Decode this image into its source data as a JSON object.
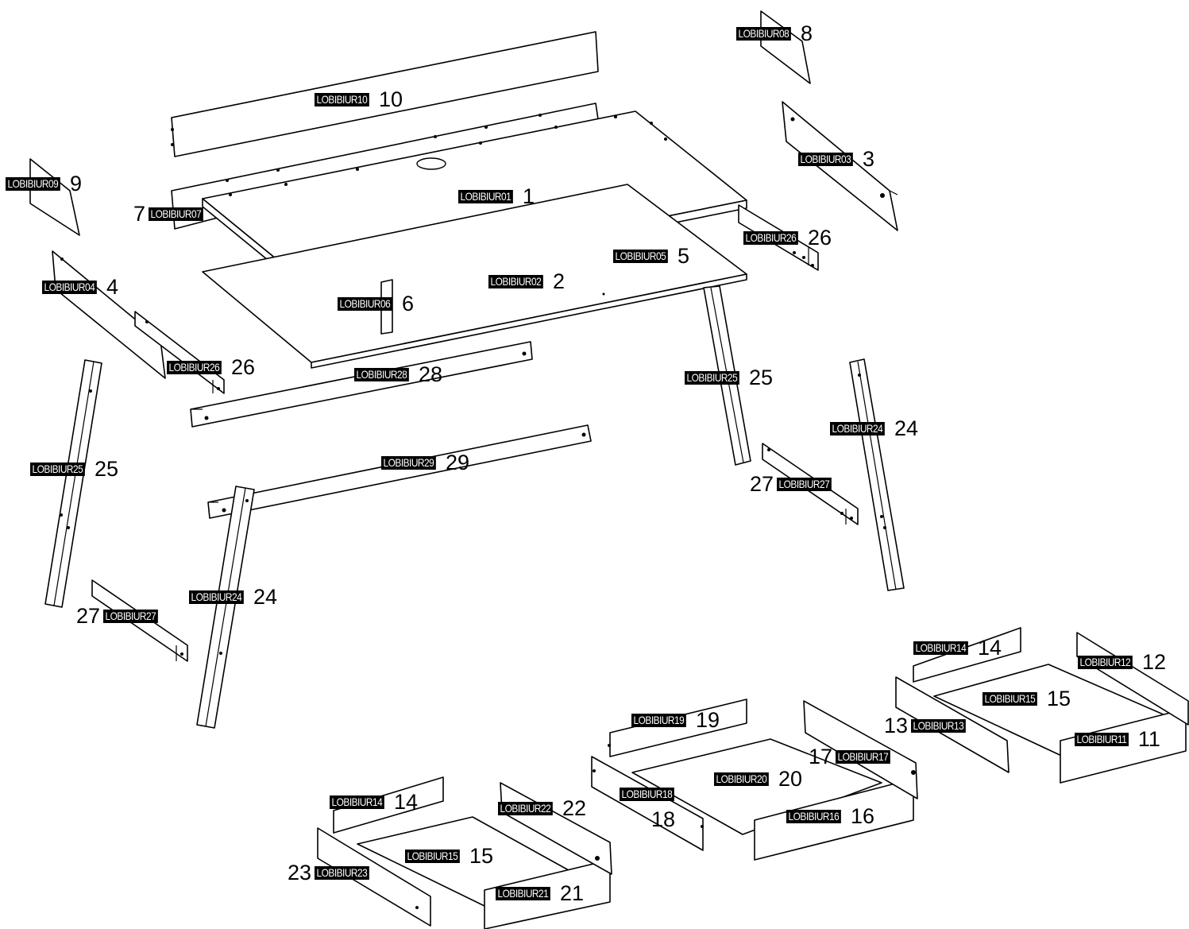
{
  "parts": [
    {
      "id": "p1",
      "code": "LOBIBIUR01",
      "number": "1"
    },
    {
      "id": "p2",
      "code": "LOBIBIUR02",
      "number": "2"
    },
    {
      "id": "p3",
      "code": "LOBIBIUR03",
      "number": "3"
    },
    {
      "id": "p4",
      "code": "LOBIBIUR04",
      "number": "4"
    },
    {
      "id": "p5",
      "code": "LOBIBIUR05",
      "number": "5"
    },
    {
      "id": "p6",
      "code": "LOBIBIUR06",
      "number": "6"
    },
    {
      "id": "p7",
      "code": "LOBIBIUR07",
      "number": "7"
    },
    {
      "id": "p8",
      "code": "LOBIBIUR08",
      "number": "8"
    },
    {
      "id": "p9",
      "code": "LOBIBIUR09",
      "number": "9"
    },
    {
      "id": "p10",
      "code": "LOBIBIUR10",
      "number": "10"
    },
    {
      "id": "p11",
      "code": "LOBIBIUR11",
      "number": "11"
    },
    {
      "id": "p12",
      "code": "LOBIBIUR12",
      "number": "12"
    },
    {
      "id": "p13",
      "code": "LOBIBIUR13",
      "number": "13"
    },
    {
      "id": "p14a",
      "code": "LOBIBIUR14",
      "number": "14"
    },
    {
      "id": "p14b",
      "code": "LOBIBIUR14",
      "number": "14"
    },
    {
      "id": "p15a",
      "code": "LOBIBIUR15",
      "number": "15"
    },
    {
      "id": "p15b",
      "code": "LOBIBIUR15",
      "number": "15"
    },
    {
      "id": "p16",
      "code": "LOBIBIUR16",
      "number": "16"
    },
    {
      "id": "p17",
      "code": "LOBIBIUR17",
      "number": "17"
    },
    {
      "id": "p18",
      "code": "LOBIBIUR18",
      "number": "18"
    },
    {
      "id": "p19",
      "code": "LOBIBIUR19",
      "number": "19"
    },
    {
      "id": "p20",
      "code": "LOBIBIUR20",
      "number": "20"
    },
    {
      "id": "p21",
      "code": "LOBIBIUR21",
      "number": "21"
    },
    {
      "id": "p22",
      "code": "LOBIBIUR22",
      "number": "22"
    },
    {
      "id": "p23",
      "code": "LOBIBIUR23",
      "number": "23"
    },
    {
      "id": "p24a",
      "code": "LOBIBIUR24",
      "number": "24"
    },
    {
      "id": "p24b",
      "code": "LOBIBIUR24",
      "number": "24"
    },
    {
      "id": "p25a",
      "code": "LOBIBIUR25",
      "number": "25"
    },
    {
      "id": "p25b",
      "code": "LOBIBIUR25",
      "number": "25"
    },
    {
      "id": "p26a",
      "code": "LOBIBIUR26",
      "number": "26"
    },
    {
      "id": "p26b",
      "code": "LOBIBIUR26",
      "number": "26"
    },
    {
      "id": "p27a",
      "code": "LOBIBIUR27",
      "number": "27"
    },
    {
      "id": "p27b",
      "code": "LOBIBIUR27",
      "number": "27"
    },
    {
      "id": "p28",
      "code": "LOBIBIUR28",
      "number": "28"
    },
    {
      "id": "p29",
      "code": "LOBIBIUR29",
      "number": "29"
    }
  ]
}
